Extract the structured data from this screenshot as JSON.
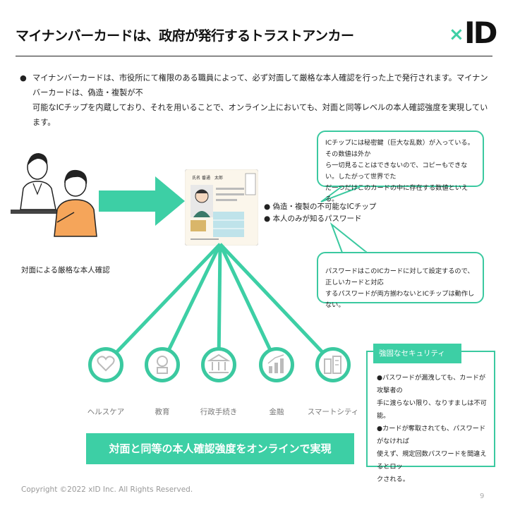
{
  "header": {
    "title": "マイナンバーカードは、政府が発行するトラストアンカー",
    "logo_text": "ID",
    "logo_mark": "×"
  },
  "intro": {
    "bullet": "●",
    "line1": "マイナンバーカードは、市役所にて権限のある職員によって、必ず対面して厳格な本人確認を行った上で発行されます。マイナンバーカードは、偽造・複製が不",
    "line2": "可能なICチップを内蔵しており、それを用いることで、オンライン上においても、対面と同等レベルの本人確認強度を実現しています。"
  },
  "face_caption": "対面による厳格な本人確認",
  "card": {
    "name_label": "氏名",
    "name_value": "番通　太郎",
    "bullets": [
      "● 偽造・複製の不可能なICチップ",
      "● 本人のみが知るパスワード"
    ]
  },
  "bubble_chip": {
    "lines": [
      "ICチップには秘密鍵（巨大な乱数）が入っている。その数値は外か",
      "ら一切見ることはできないので、コピーもできない。したがって世界でた",
      "だ一つだけこのカードの中に存在する数値といえる。"
    ]
  },
  "bubble_password": {
    "lines": [
      "パスワードはこのICカードに対して設定するので、正しいカードと対応",
      "するパスワードが両方揃わないとICチップは動作しない。"
    ]
  },
  "use_cases": [
    {
      "label": "ヘルスケア",
      "icon": "healthcare-icon"
    },
    {
      "label": "教育",
      "icon": "education-icon"
    },
    {
      "label": "行政手続き",
      "icon": "government-icon"
    },
    {
      "label": "金融",
      "icon": "finance-icon"
    },
    {
      "label": "スマートシティ",
      "icon": "smartcity-icon"
    }
  ],
  "banner": "対面と同等の本人確認強度をオンラインで実現",
  "security": {
    "heading": "強固なセキュリティ",
    "lines": [
      "●パスワードが漏洩しても、カードが攻撃者の",
      "手に渡らない限り、なりすましは不可能。",
      "●カードが奪取されても、パスワードがなければ",
      "使えず、規定回数パスワードを間違えるとロッ",
      "クされる。"
    ]
  },
  "footer": {
    "copyright": "Copyright ©2022 xID Inc. All Rights Reserved.",
    "page": "9"
  },
  "colors": {
    "accent": "#3dcfa5",
    "line": "#3bc9a0",
    "text": "#222222"
  }
}
